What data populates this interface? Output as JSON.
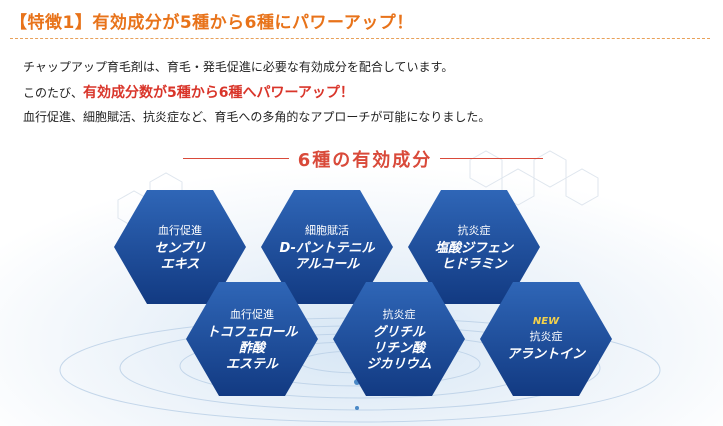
{
  "heading": "【特徴1】有効成分が5種から6種にパワーアップ！",
  "paragraph1": "チャップアップ育毛剤は、育毛・発毛促進に必要な有効成分を配合しています。",
  "paragraph2_prefix": "このたび、",
  "paragraph2_highlight": "有効成分数が5種から6種へパワーアップ！",
  "paragraph3": "血行促進、細胞賦活、抗炎症など、育毛への多角的なアプローチが可能になりました。",
  "section_title": "6種の有効成分",
  "ingredients": [
    {
      "new": "",
      "category": "血行促進",
      "name_line1": "センブリ",
      "name_line2": "エキス",
      "name_line3": ""
    },
    {
      "new": "",
      "category": "細胞賦活",
      "name_line1": "D-パントテニル",
      "name_line2": "アルコール",
      "name_line3": ""
    },
    {
      "new": "",
      "category": "抗炎症",
      "name_line1": "塩酸ジフェン",
      "name_line2": "ヒドラミン",
      "name_line3": ""
    },
    {
      "new": "",
      "category": "血行促進",
      "name_line1": "トコフェロール",
      "name_line2": "酢酸",
      "name_line3": "エステル"
    },
    {
      "new": "",
      "category": "抗炎症",
      "name_line1": "グリチル",
      "name_line2": "リチン酸",
      "name_line3": "ジカリウム"
    },
    {
      "new": "NEW",
      "category": "抗炎症",
      "name_line1": "アラントイン",
      "name_line2": "",
      "name_line3": ""
    }
  ],
  "colors": {
    "heading": "#e8731a",
    "highlight": "#d9352a",
    "title": "#d94a3a",
    "hex_fill_top": "#2f66b7",
    "hex_fill_bottom": "#123a82",
    "new_badge": "#f5d24a"
  }
}
